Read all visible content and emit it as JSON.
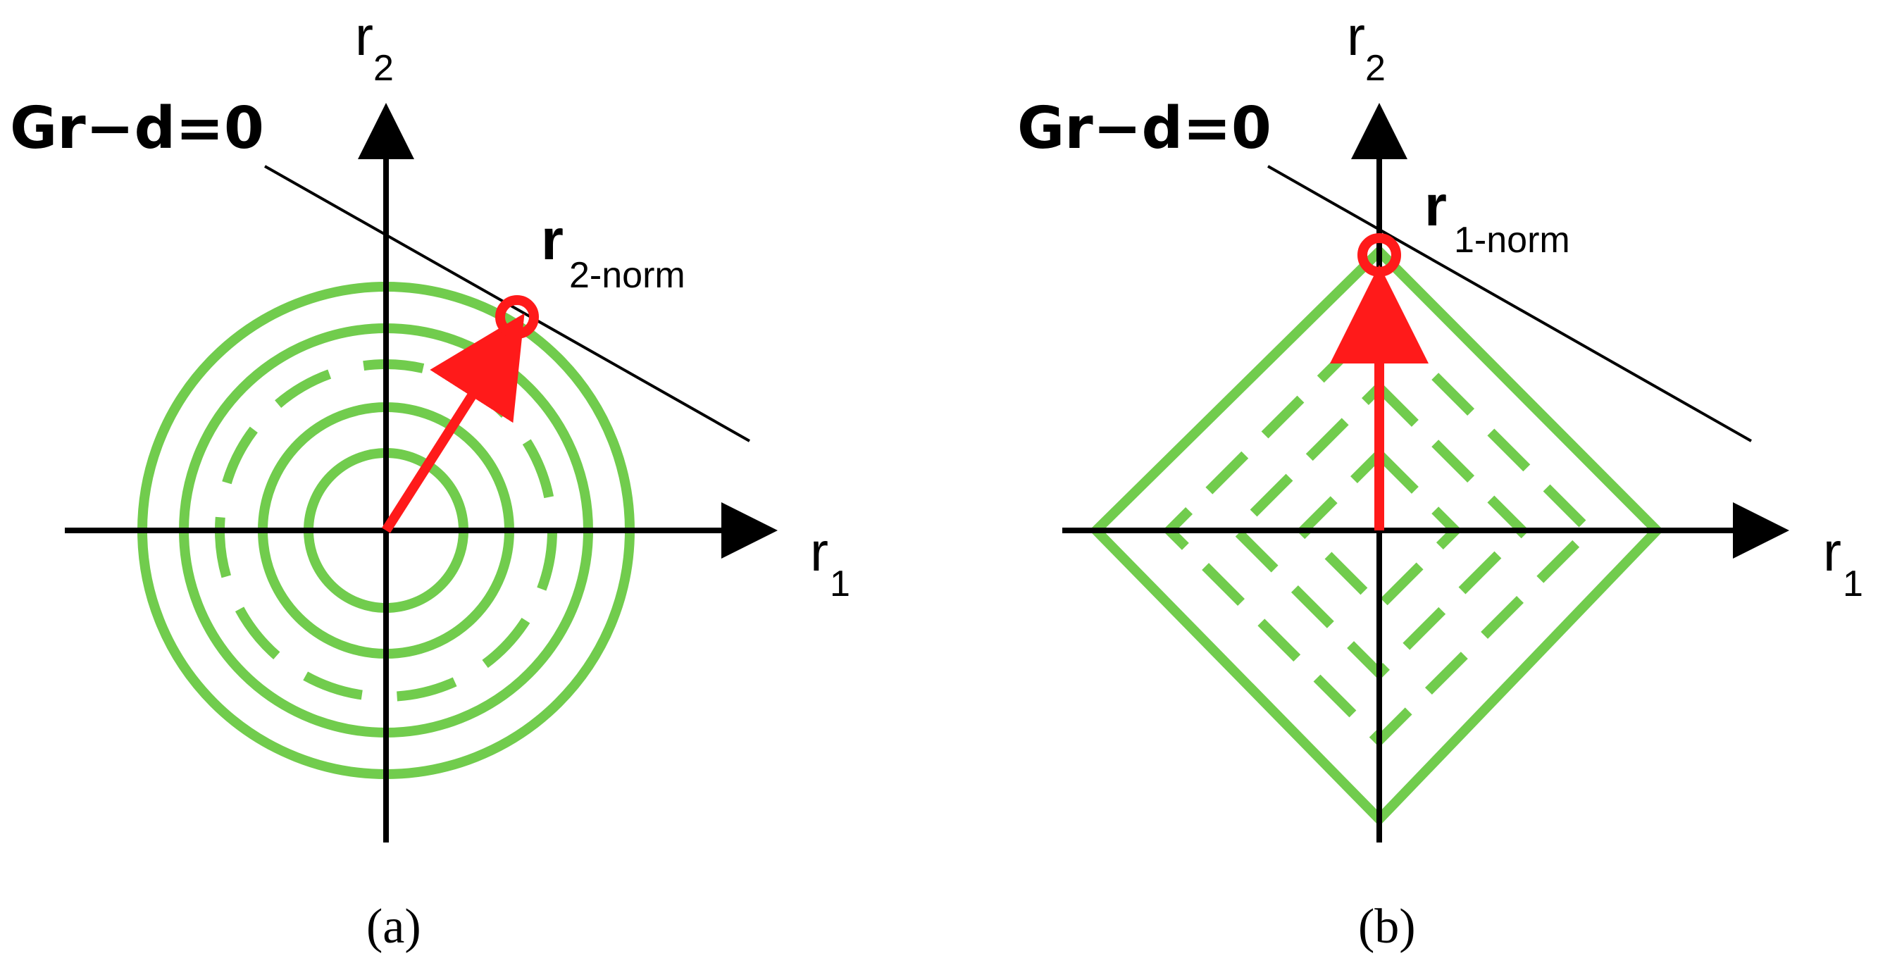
{
  "colors": {
    "contour": "#71cc4d",
    "vector": "#ff1a1a",
    "axis": "#000000",
    "line": "#000000",
    "background": "#ffffff"
  },
  "panels": [
    {
      "id": "a",
      "caption": "(a)",
      "constraint_label": "Gr−d=0",
      "x_axis_label": "r",
      "x_axis_subscript": "1",
      "y_axis_label": "r",
      "y_axis_subscript": "2",
      "point_label": "r",
      "point_label_subscript": "2-norm",
      "contour_shape": "circle",
      "contour_style": [
        "solid",
        "solid",
        "dashed",
        "solid",
        "solid"
      ]
    },
    {
      "id": "b",
      "caption": "(b)",
      "constraint_label": "Gr−d=0",
      "x_axis_label": "r",
      "x_axis_subscript": "1",
      "y_axis_label": "r",
      "y_axis_subscript": "2",
      "point_label": "r",
      "point_label_subscript": "1-norm",
      "contour_shape": "diamond",
      "contour_style": [
        "dashed",
        "dashed",
        "dashed",
        "solid"
      ]
    }
  ]
}
